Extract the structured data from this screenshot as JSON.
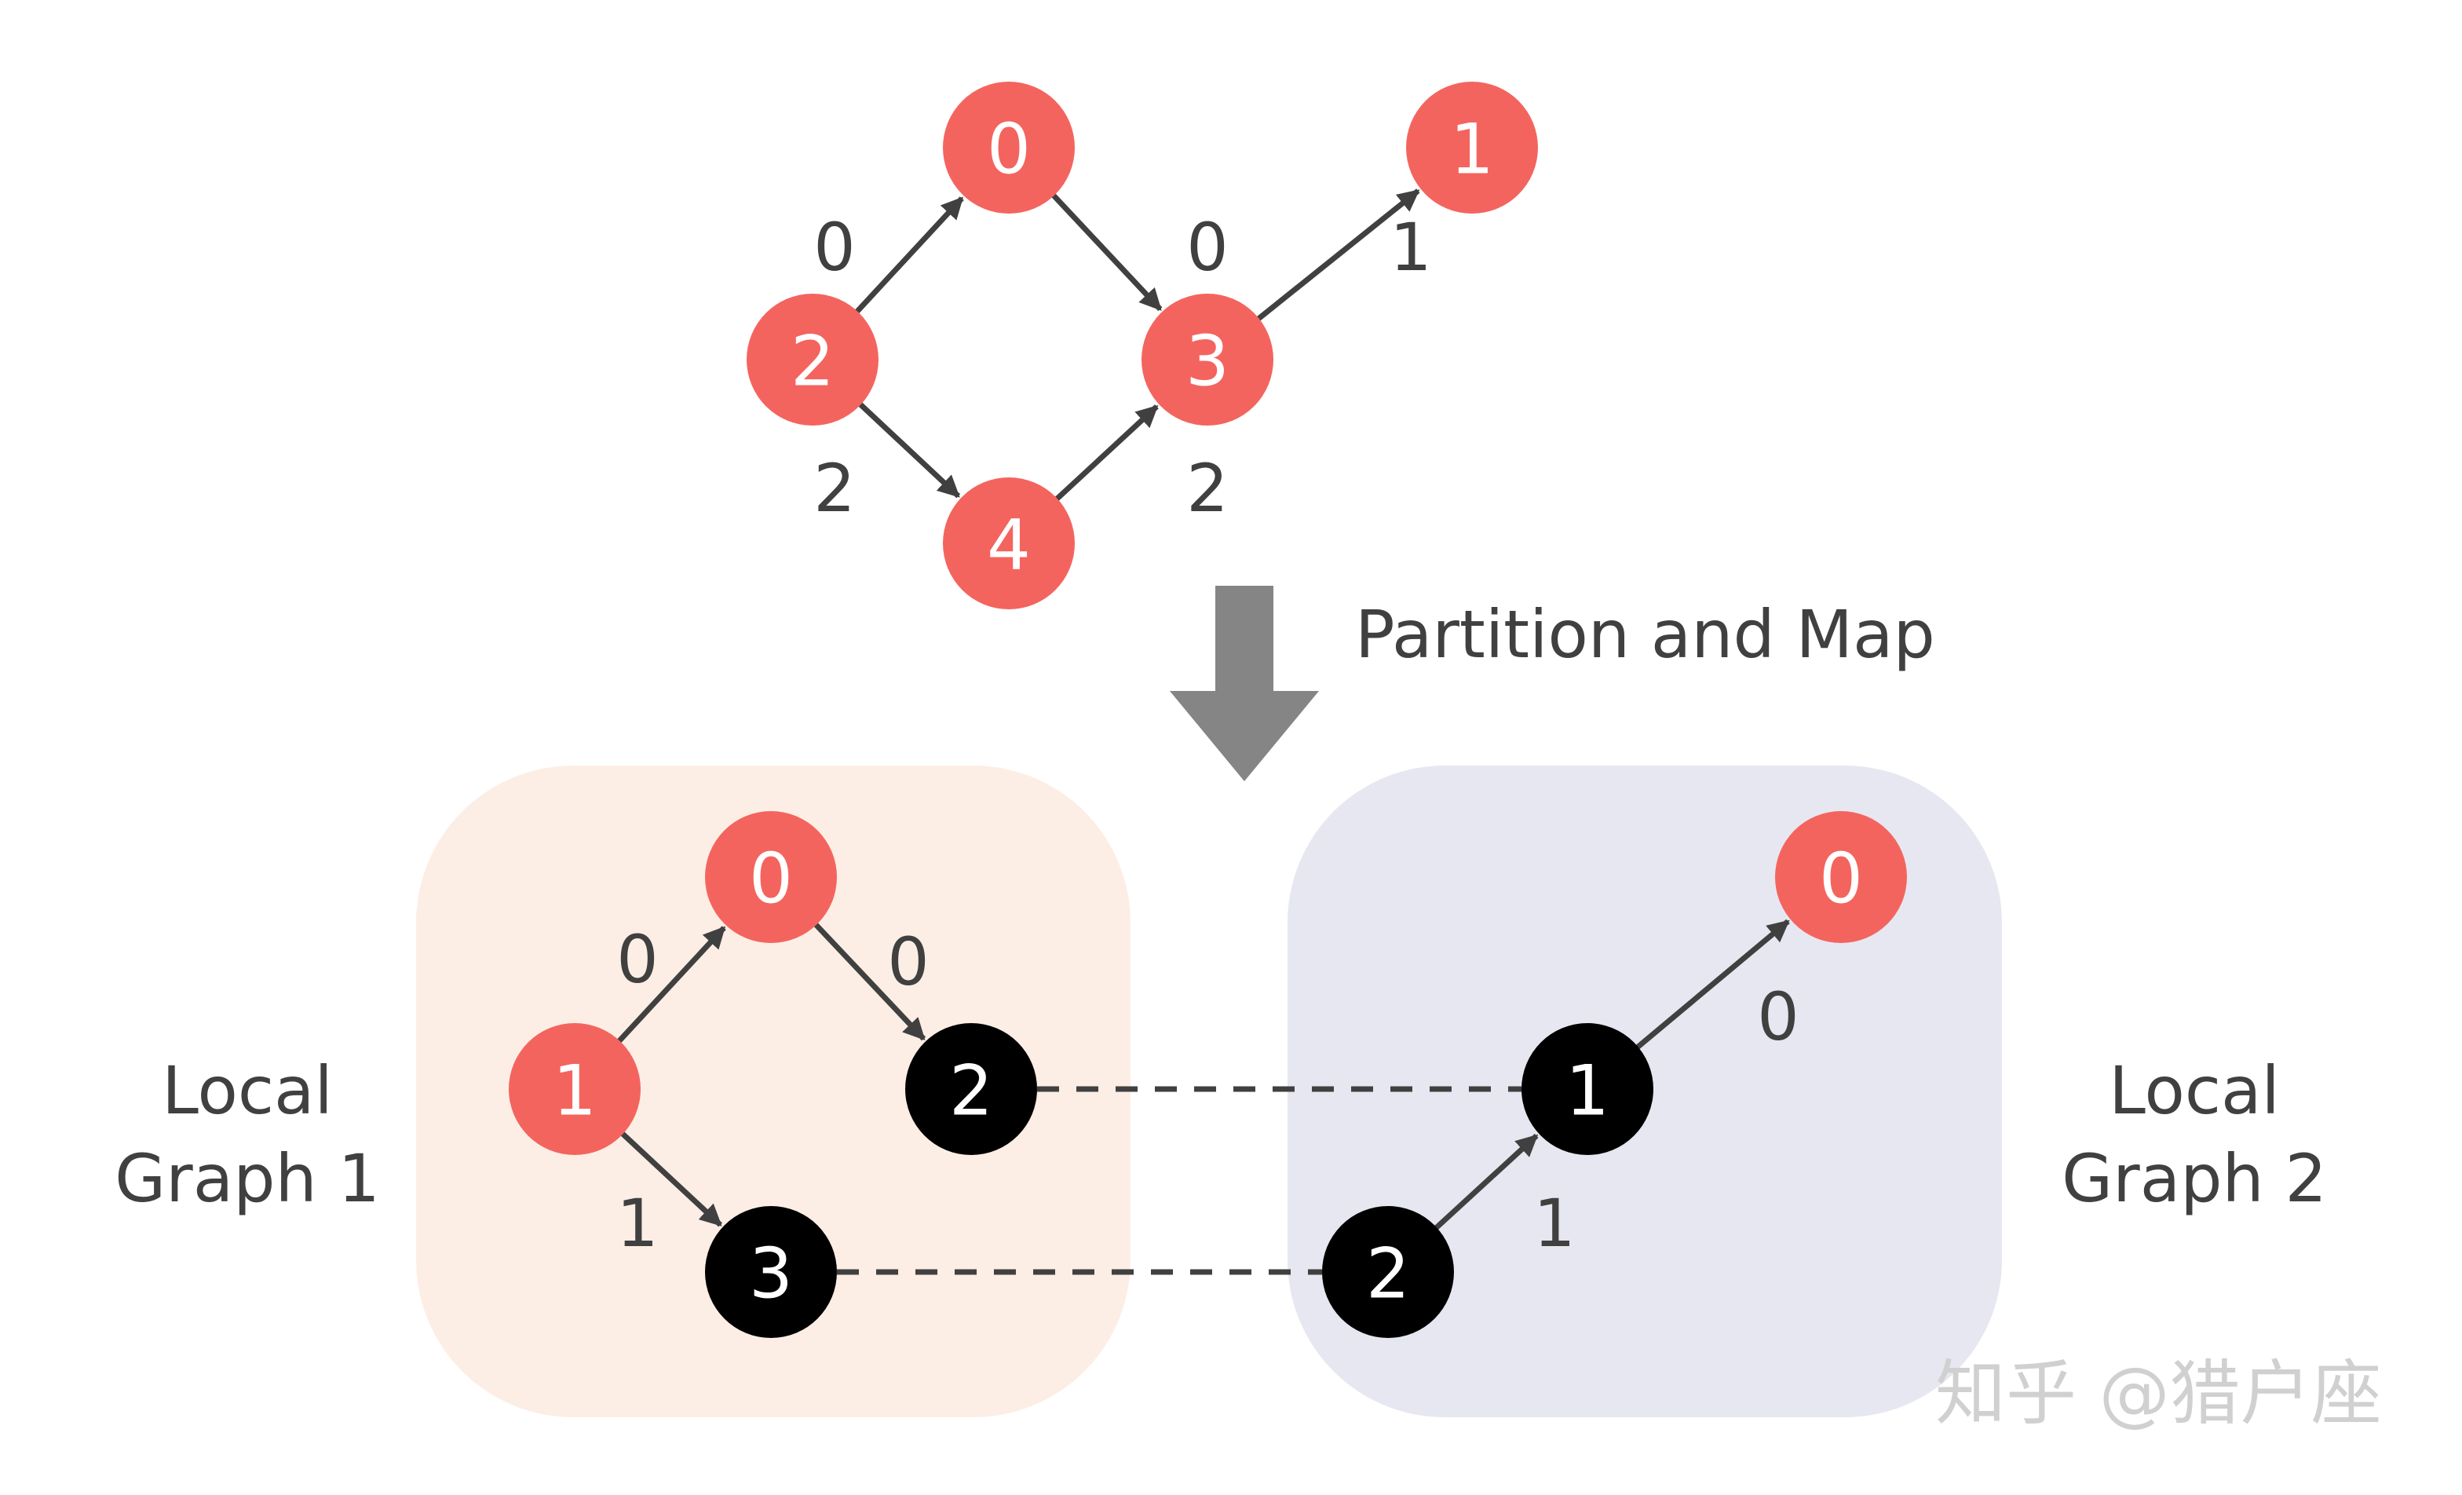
{
  "colors": {
    "local_node": "#f4645e",
    "ghost_node": "#000000",
    "edge": "#404040",
    "partition1_bg": "#fdeee5",
    "partition2_bg": "#e7e7f1",
    "arrow": "#858585",
    "label_text": "#404040"
  },
  "original_graph": {
    "nodes": [
      {
        "id": "0",
        "label": "0"
      },
      {
        "id": "1",
        "label": "1"
      },
      {
        "id": "2",
        "label": "2"
      },
      {
        "id": "3",
        "label": "3"
      },
      {
        "id": "4",
        "label": "4"
      }
    ],
    "edges": [
      {
        "from": "2",
        "to": "0",
        "label": "0"
      },
      {
        "from": "0",
        "to": "3",
        "label": "0"
      },
      {
        "from": "3",
        "to": "1",
        "label": "1"
      },
      {
        "from": "2",
        "to": "4",
        "label": "2"
      },
      {
        "from": "4",
        "to": "3",
        "label": "2"
      }
    ]
  },
  "transform": {
    "label": "Partition and Map",
    "icon": "down-arrow-icon"
  },
  "local_graph_1": {
    "caption_line1": "Local",
    "caption_line2": "Graph 1",
    "nodes": [
      {
        "id": "0",
        "label": "0",
        "kind": "local"
      },
      {
        "id": "1",
        "label": "1",
        "kind": "local"
      },
      {
        "id": "2",
        "label": "2",
        "kind": "ghost"
      },
      {
        "id": "3",
        "label": "3",
        "kind": "ghost"
      }
    ],
    "edges": [
      {
        "from": "1",
        "to": "0",
        "label": "0"
      },
      {
        "from": "0",
        "to": "2",
        "label": "0"
      },
      {
        "from": "1",
        "to": "3",
        "label": "1"
      }
    ]
  },
  "local_graph_2": {
    "caption_line1": "Local",
    "caption_line2": "Graph 2",
    "nodes": [
      {
        "id": "0",
        "label": "0",
        "kind": "local"
      },
      {
        "id": "1",
        "label": "1",
        "kind": "ghost"
      },
      {
        "id": "2",
        "label": "2",
        "kind": "ghost"
      }
    ],
    "edges": [
      {
        "from": "1",
        "to": "0",
        "label": "0"
      },
      {
        "from": "2",
        "to": "1",
        "label": "1"
      }
    ]
  },
  "cross_links": [
    {
      "from": "g1.2",
      "to": "g2.1"
    },
    {
      "from": "g1.3",
      "to": "g2.2"
    }
  ],
  "watermark": "知乎 @猎户座"
}
